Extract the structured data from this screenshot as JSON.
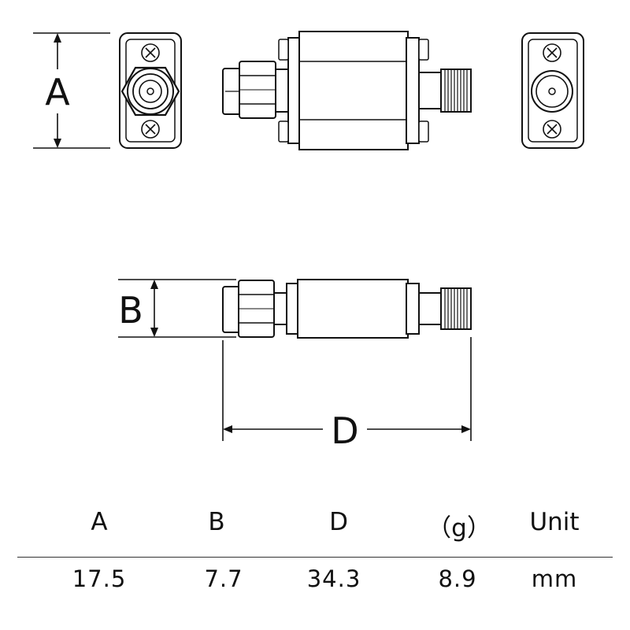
{
  "labels": {
    "A": "A",
    "B": "B",
    "D": "D"
  },
  "table": {
    "headers": [
      "A",
      "B",
      "D",
      "（g）",
      "Unit"
    ],
    "values": [
      "17.5",
      "7.7",
      "34.3",
      "8.9",
      "mm"
    ]
  }
}
